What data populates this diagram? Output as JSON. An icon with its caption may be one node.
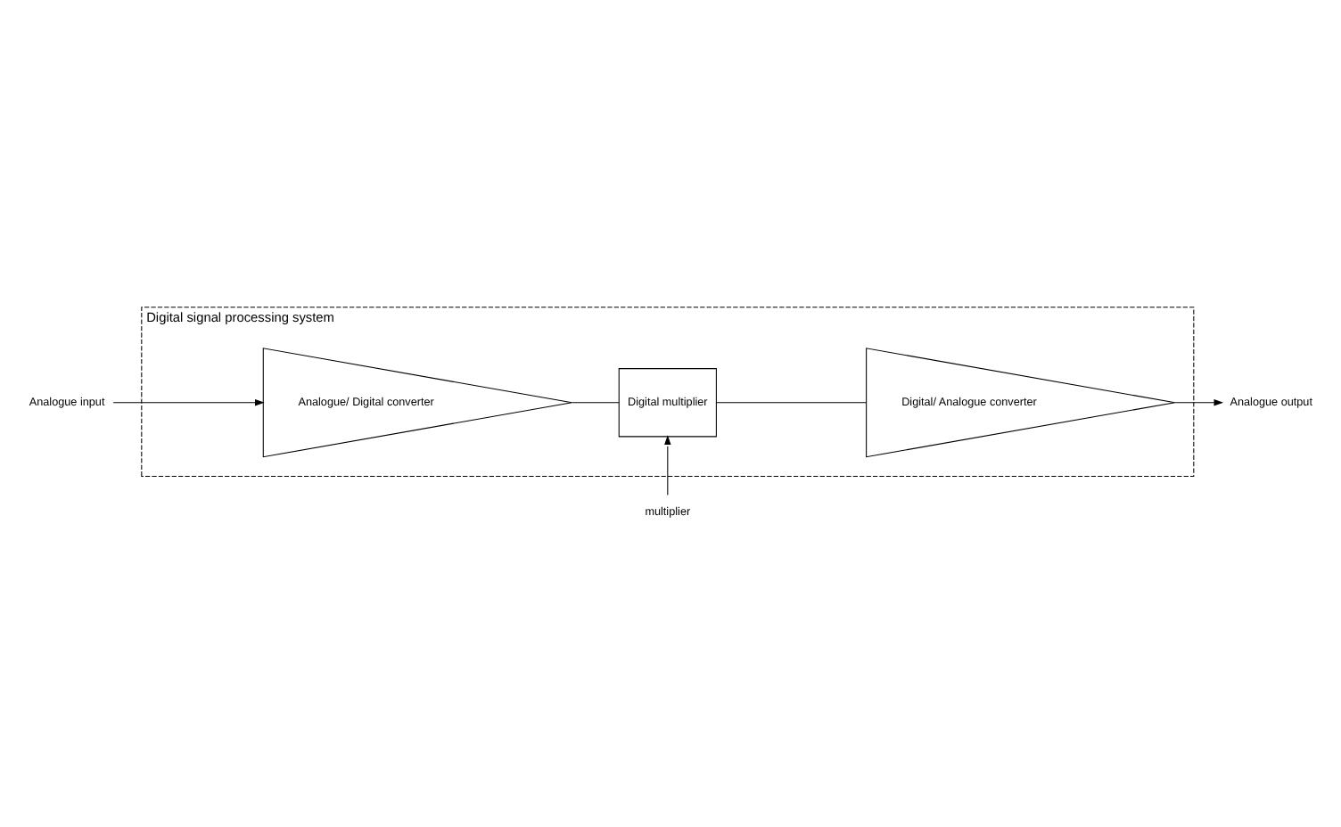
{
  "diagram": {
    "nodes": [
      {
        "text": [
          "Digital signal processing system"
        ]
      },
      {
        "text": [
          "Analogue/ Digital converter"
        ],
        "in": 0
      },
      {
        "text": [
          "Digital multiplier"
        ],
        "in": 0
      },
      {
        "text": [
          "Digital/ Analogue converter"
        ],
        "in": 0
      },
      {
        "text": [
          "Analogue input"
        ]
      },
      {
        "text": [
          "Analogue output"
        ]
      },
      {
        "text": [
          "multiplier"
        ]
      }
    ],
    "edges": [
      {
        "from": 4,
        "to": 1,
        "arrow": "to"
      },
      {
        "from": 1,
        "to": 2,
        "arrow": "none"
      },
      {
        "from": 2,
        "to": 3,
        "arrow": "none"
      },
      {
        "from": 3,
        "to": 5,
        "arrow": "to"
      },
      {
        "from": 6,
        "to": 2,
        "arrow": "to"
      }
    ]
  }
}
